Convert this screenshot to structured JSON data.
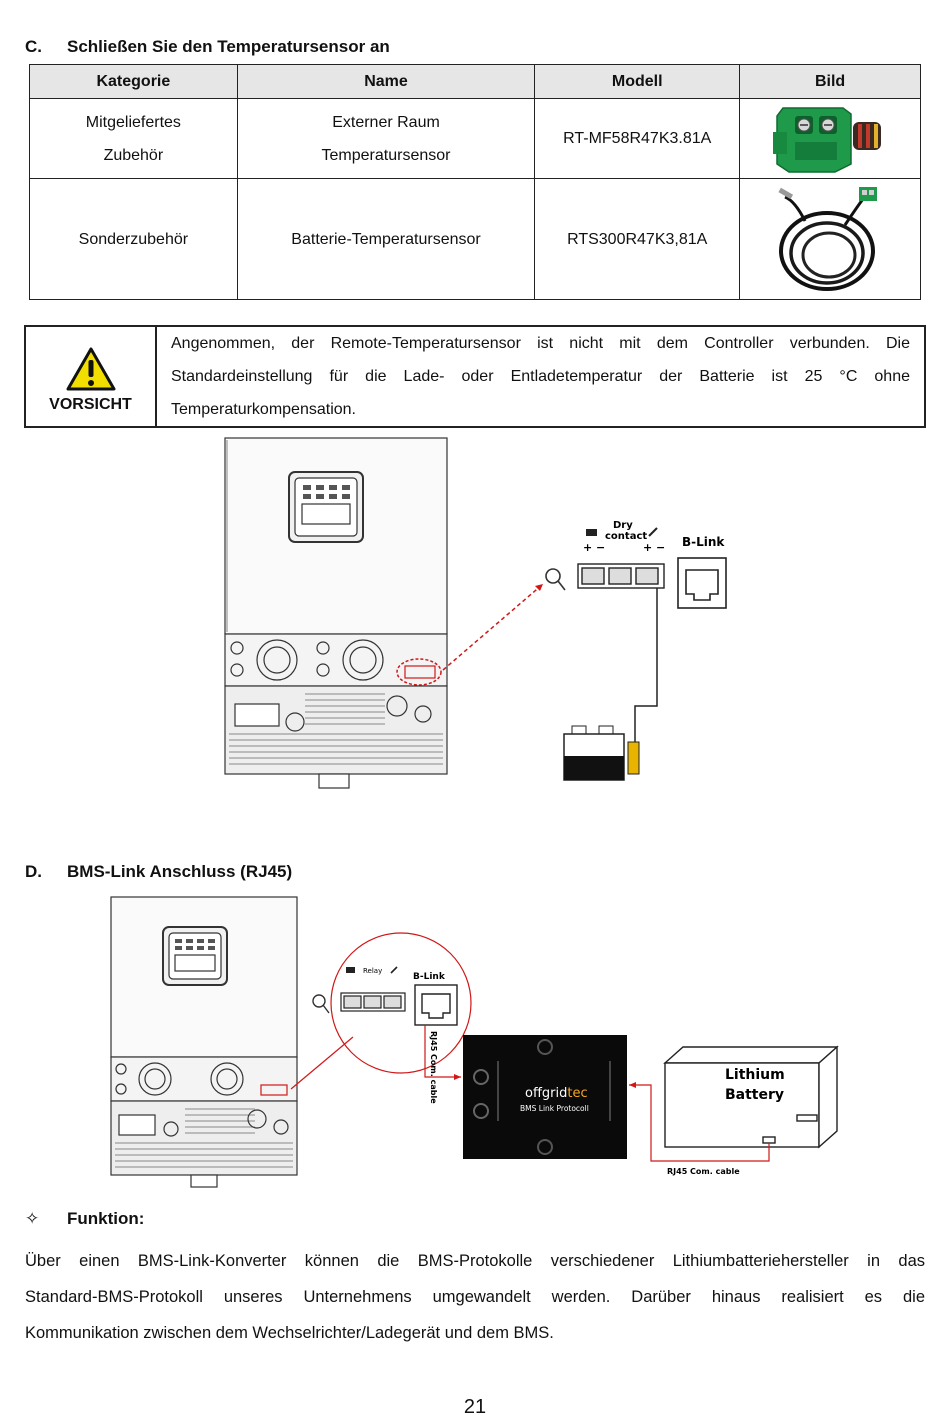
{
  "section_c": {
    "label": "C.",
    "title": "Schließen Sie den Temperatursensor an"
  },
  "table": {
    "headers": [
      "Kategorie",
      "Name",
      "Modell",
      "Bild"
    ],
    "rows": [
      {
        "category_lines": [
          "Mitgeliefertes",
          "Zubehör"
        ],
        "name_lines": [
          "Externer Raum",
          "Temperatursensor"
        ],
        "model": "RT-MF58R47K3.81A"
      },
      {
        "category_lines": [
          "Sonderzubehör"
        ],
        "name_lines": [
          "Batterie-Temperatursensor"
        ],
        "model": "RTS300R47K3,81A"
      }
    ]
  },
  "warning": {
    "title": "VORSICHT",
    "lines": [
      "Angenommen, der Remote-Temperatursensor ist nicht mit dem Controller verbunden. Die",
      "Standardeinstellung für die Lade- oder Entladetemperatur der Batterie ist 25 °C ohne",
      "Temperaturkompensation."
    ]
  },
  "diagram1": {
    "dry_label": "Dry",
    "contact_label": "contact",
    "plus_minus": "+ −",
    "blink_label": "B-Link"
  },
  "section_d": {
    "label": "D.",
    "title": "BMS-Link Anschluss (RJ45)"
  },
  "diagram2": {
    "relay_label": "Relay",
    "blink_label": "B-Link",
    "cable_label_vertical": "RJ45 Com. cable",
    "converter_brand_a": "offgrid",
    "converter_brand_b": "tec",
    "converter_subtitle": "BMS Link Protocoll",
    "battery_line1": "Lithium",
    "battery_line2": "Battery",
    "cable_label_bottom": "RJ45 Com. cable"
  },
  "function": {
    "title": "Funktion:",
    "lines": [
      "Über einen BMS-Link-Konverter können die BMS-Protokolle verschiedener Lithiumbatteriehersteller in das",
      "Standard-BMS-Protokoll unseres Unternehmens umgewandelt werden. Darüber hinaus realisiert es die",
      "Kommunikation zwischen dem Wechselrichter/Ladegerät und dem BMS."
    ]
  },
  "page_number": "21",
  "colors": {
    "connector_green": "#1f9a4a",
    "callout_red": "#d01818",
    "sensor_yellow": "#e8b400",
    "header_gray": "#e6e6e6"
  }
}
